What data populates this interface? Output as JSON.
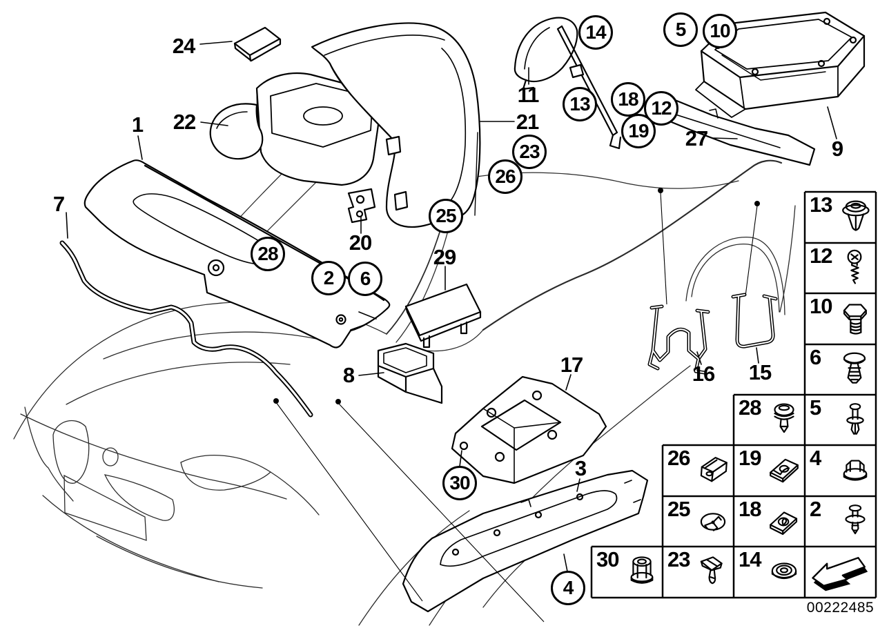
{
  "figure": {
    "footer_id": "00222485"
  },
  "callouts": {
    "p24": {
      "label": "24"
    },
    "p22": {
      "label": "22"
    },
    "p1": {
      "label": "1"
    },
    "p7": {
      "label": "7"
    },
    "p11": {
      "label": "11"
    },
    "p21": {
      "label": "21"
    },
    "p20": {
      "label": "20"
    },
    "p29": {
      "label": "29"
    },
    "p8": {
      "label": "8"
    },
    "p27": {
      "label": "27"
    },
    "p9": {
      "label": "9"
    },
    "p17": {
      "label": "17"
    },
    "p3": {
      "label": "3"
    },
    "p16": {
      "label": "16"
    },
    "p15": {
      "label": "15"
    },
    "b14": {
      "label": "14"
    },
    "b5": {
      "label": "5"
    },
    "b10": {
      "label": "10"
    },
    "b13": {
      "label": "13"
    },
    "b18": {
      "label": "18"
    },
    "b12": {
      "label": "12"
    },
    "b19": {
      "label": "19"
    },
    "b23": {
      "label": "23"
    },
    "b26": {
      "label": "26"
    },
    "b25": {
      "label": "25"
    },
    "b28": {
      "label": "28"
    },
    "b2": {
      "label": "2"
    },
    "b6": {
      "label": "6"
    },
    "b30": {
      "label": "30"
    },
    "b4": {
      "label": "4"
    }
  },
  "legend": {
    "cells": [
      {
        "label": "13",
        "icon": "trim-panel-clip"
      },
      {
        "label": "12",
        "icon": "tapping-screw"
      },
      {
        "label": "10",
        "icon": "hex-bolt"
      },
      {
        "label": "6",
        "icon": "expanding-rivet"
      },
      {
        "label": "28",
        "icon": "panel-clip"
      },
      {
        "label": "5",
        "icon": "pin-rivet"
      },
      {
        "label": "26",
        "icon": "clamp-clip"
      },
      {
        "label": "19",
        "icon": "speed-nut"
      },
      {
        "label": "4",
        "icon": "flange-nut"
      },
      {
        "label": "25",
        "icon": "trefoil-fastener"
      },
      {
        "label": "18",
        "icon": "flat-speed-nut"
      },
      {
        "label": "2",
        "icon": "expanding-rivet-wide"
      },
      {
        "label": "30",
        "icon": "collar-nut"
      },
      {
        "label": "23",
        "icon": "wing-plug"
      },
      {
        "label": "14",
        "icon": "grommet"
      },
      {
        "label": "",
        "icon": "continuation-arrow"
      }
    ]
  }
}
